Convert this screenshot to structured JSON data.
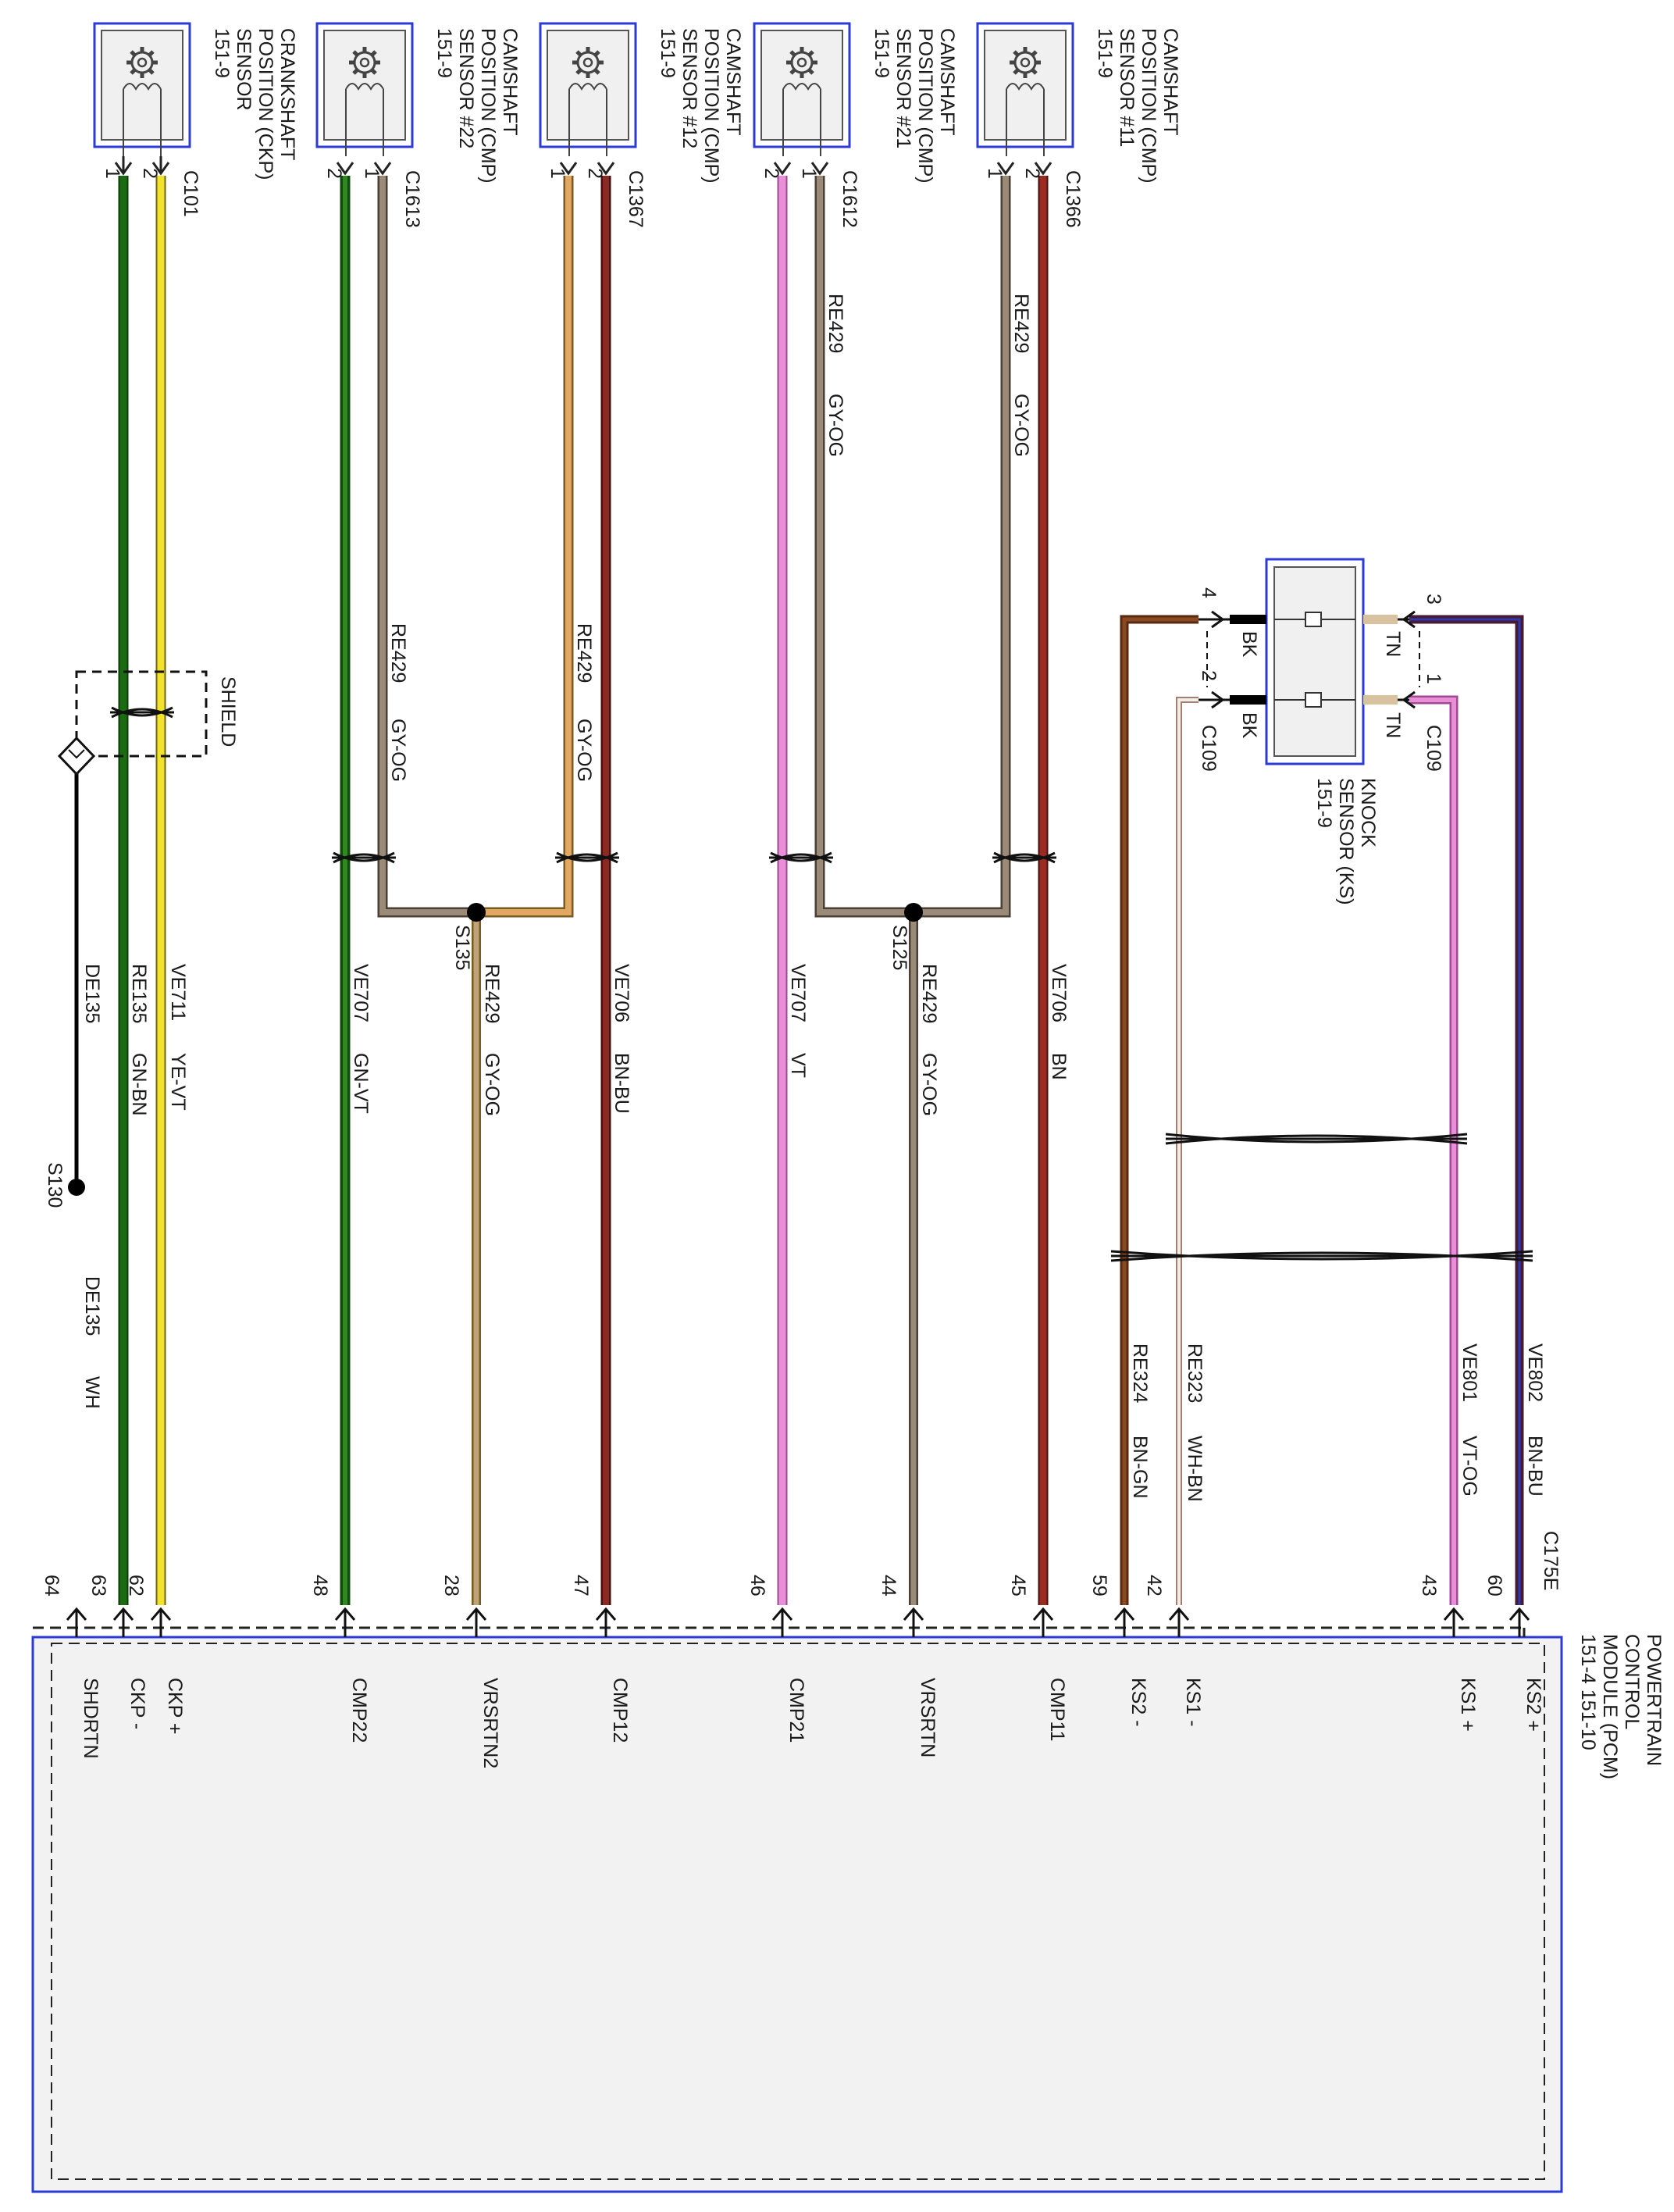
{
  "colors": {
    "GN": "#1b6b12",
    "YE": "#f2e22e",
    "BN": "#8b2a22",
    "VT": "#e98fd8",
    "GY-OG": "#9a8a78",
    "WH-BN": "#f4ede6",
    "BN-BU": "#6b2448",
    "BN-GN": "#7a4a2a",
    "BK": "#000000",
    "TN": "#d8c2a0",
    "box": "#2c3ad6"
  },
  "sensors": [
    {
      "key": "ckp",
      "lines": [
        "CRANKSHAFT",
        "POSITION (CKP)",
        "SENSOR",
        "151-9"
      ],
      "connector": "C101",
      "pin_a": "1",
      "pin_b": "2"
    },
    {
      "key": "cmp22",
      "lines": [
        "CAMSHAFT",
        "POSITION (CMP)",
        "SENSOR #22",
        "151-9"
      ],
      "connector": "C1613",
      "pin_a": "2",
      "pin_b": "1"
    },
    {
      "key": "cmp12",
      "lines": [
        "CAMSHAFT",
        "POSITION (CMP)",
        "SENSOR #12",
        "151-9"
      ],
      "connector": "C1367",
      "pin_a": "1",
      "pin_b": "2"
    },
    {
      "key": "cmp21",
      "lines": [
        "CAMSHAFT",
        "POSITION (CMP)",
        "SENSOR #21",
        "151-9"
      ],
      "connector": "C1612",
      "pin_a": "2",
      "pin_b": "1"
    },
    {
      "key": "cmp11",
      "lines": [
        "CAMSHAFT",
        "POSITION (CMP)",
        "SENSOR #11",
        "151-9"
      ],
      "connector": "C1366",
      "pin_a": "1",
      "pin_b": "2"
    }
  ],
  "knock_sensor": {
    "lines": [
      "KNOCK",
      "SENSOR (KS)",
      "151-9"
    ],
    "connector_left": "C109",
    "connector_right": "C109",
    "pins": {
      "p4": "4",
      "p2": "2",
      "p3": "3",
      "p1": "1"
    },
    "color_bk": "BK",
    "color_tn": "TN"
  },
  "wire_labels": {
    "re429": "RE429",
    "gyog": "GY-OG",
    "ve711": "VE711",
    "yevt": "YE-VT",
    "re135": "RE135",
    "gnbn": "GN-BN",
    "de135": "DE135",
    "wh": "WH",
    "ve707": "VE707",
    "gnvt": "GN-VT",
    "vt": "VT",
    "ve706": "VE706",
    "bnbu": "BN-BU",
    "bn": "BN",
    "re324": "RE324",
    "bngn": "BN-GN",
    "re323": "RE323",
    "whbn": "WH-BN",
    "ve801": "VE801",
    "vtog": "VT-OG",
    "ve802": "VE802"
  },
  "splices": {
    "s130": "S130",
    "s135": "S135",
    "s125": "S125"
  },
  "shield_label": "SHIELD",
  "pcm": {
    "lines": [
      "POWERTRAIN",
      "CONTROL",
      "MODULE (PCM)",
      "151-4    151-10"
    ],
    "connector": "C175E",
    "pins": [
      {
        "pin": "64",
        "name": "SHDRTN"
      },
      {
        "pin": "63",
        "name": "CKP -"
      },
      {
        "pin": "62",
        "name": "CKP +"
      },
      {
        "pin": "48",
        "name": "CMP22"
      },
      {
        "pin": "28",
        "name": "VRSRTN2"
      },
      {
        "pin": "47",
        "name": "CMP12"
      },
      {
        "pin": "46",
        "name": "CMP21"
      },
      {
        "pin": "44",
        "name": "VRSRTN"
      },
      {
        "pin": "45",
        "name": "CMP11"
      },
      {
        "pin": "59",
        "name": "KS2 -"
      },
      {
        "pin": "42",
        "name": "KS1 -"
      },
      {
        "pin": "43",
        "name": "KS1 +"
      },
      {
        "pin": "60",
        "name": "KS2 +"
      }
    ]
  }
}
